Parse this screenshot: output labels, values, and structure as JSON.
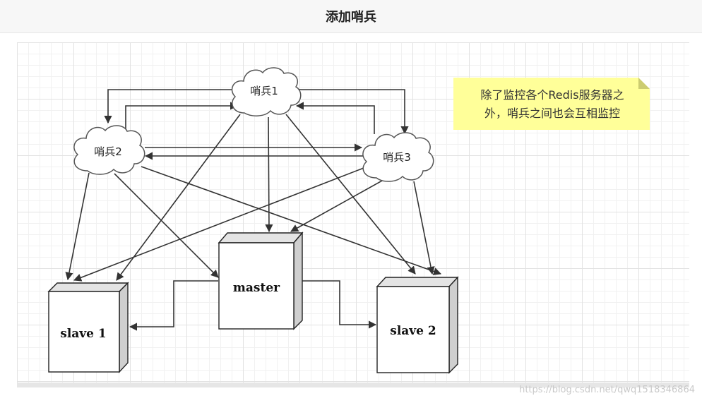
{
  "header": {
    "title": "添加哨兵"
  },
  "diagram": {
    "sentinels": [
      {
        "label": "哨兵1"
      },
      {
        "label": "哨兵2"
      },
      {
        "label": "哨兵3"
      }
    ],
    "nodes": {
      "master": "master",
      "slave1": "slave 1",
      "slave2": "slave 2"
    },
    "note": "除了监控各个Redis服务器之\n外，哨兵之间也会互相监控"
  },
  "watermark": "https://blog.csdn.net/qwq1518346864"
}
